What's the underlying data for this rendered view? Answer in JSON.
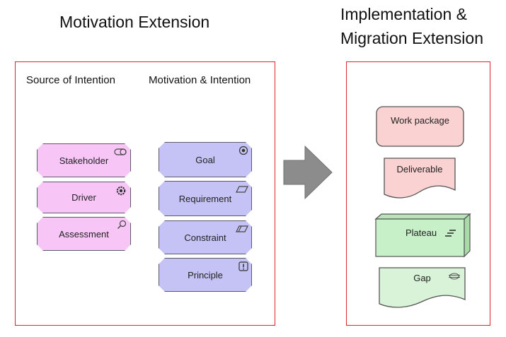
{
  "titles": {
    "motivation": "Motivation Extension",
    "implementation_line1": "Implementation &",
    "implementation_line2": "Migration Extension"
  },
  "columns": {
    "source": "Source of Intention",
    "motivation": "Motivation & Intention"
  },
  "source_elements": [
    {
      "label": "Stakeholder",
      "icon": "stakeholder-icon"
    },
    {
      "label": "Driver",
      "icon": "driver-gear-icon"
    },
    {
      "label": "Assessment",
      "icon": "assessment-magnifier-icon"
    }
  ],
  "motivation_elements": [
    {
      "label": "Goal",
      "icon": "goal-target-icon"
    },
    {
      "label": "Requirement",
      "icon": "requirement-parallelogram-icon"
    },
    {
      "label": "Constraint",
      "icon": "constraint-parallelogram-icon"
    },
    {
      "label": "Principle",
      "icon": "principle-exclamation-icon"
    }
  ],
  "implementation_elements": [
    {
      "label": "Work package",
      "icon": "work-package-shape"
    },
    {
      "label": "Deliverable",
      "icon": "deliverable-wave-shape"
    },
    {
      "label": "Plateau",
      "icon": "plateau-lines-icon"
    },
    {
      "label": "Gap",
      "icon": "gap-icon"
    }
  ],
  "colors": {
    "frame": "#e0232a",
    "motivation_source": "#f7c6f7",
    "motivation_intention": "#c5c3f5",
    "work_package": "#fad2d2",
    "deliverable": "#fad2d2",
    "plateau": "#c8f0c8",
    "gap": "#d8f3d8",
    "arrow": "#8c8c8c"
  }
}
